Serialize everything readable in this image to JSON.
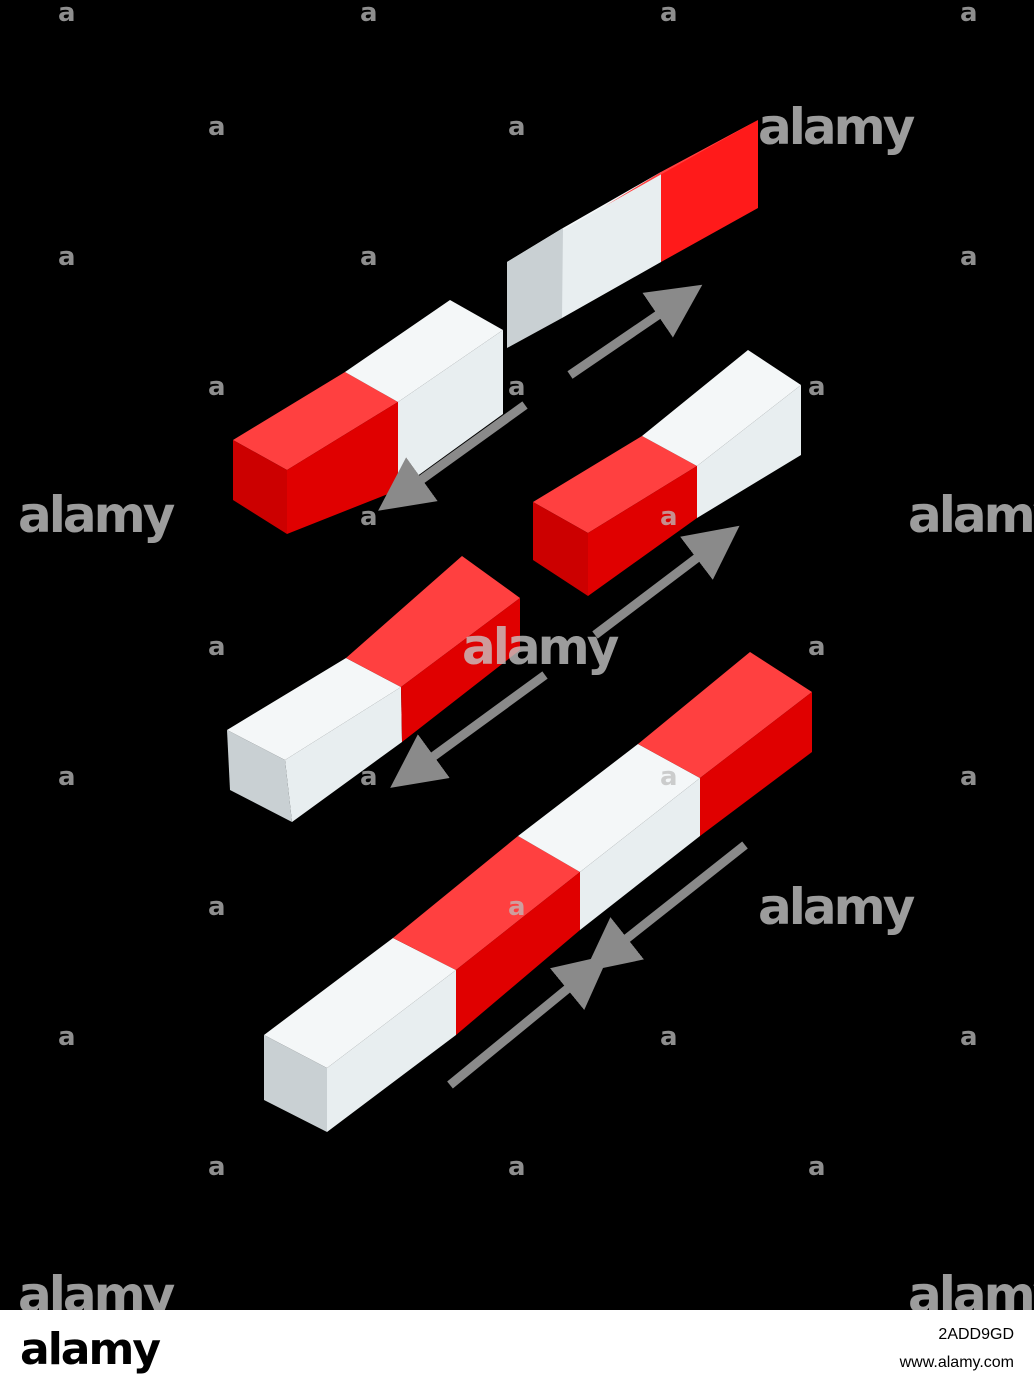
{
  "watermark": {
    "brand": "alamy",
    "mark": "a"
  },
  "footer": {
    "logo": "alamy",
    "image_id": "2ADD9GD",
    "url": "www.alamy.com"
  },
  "colors": {
    "background": "#000000",
    "magnet_red": "#ff1a1a",
    "magnet_white": "#e8eef0",
    "arrow_gray": "#8a8a8a"
  },
  "scene": {
    "magnet_pairs": [
      {
        "name": "top-pair",
        "arrows": "apart"
      },
      {
        "name": "middle-pair",
        "arrows": "apart"
      },
      {
        "name": "joined-magnets",
        "arrows": "together"
      }
    ]
  }
}
